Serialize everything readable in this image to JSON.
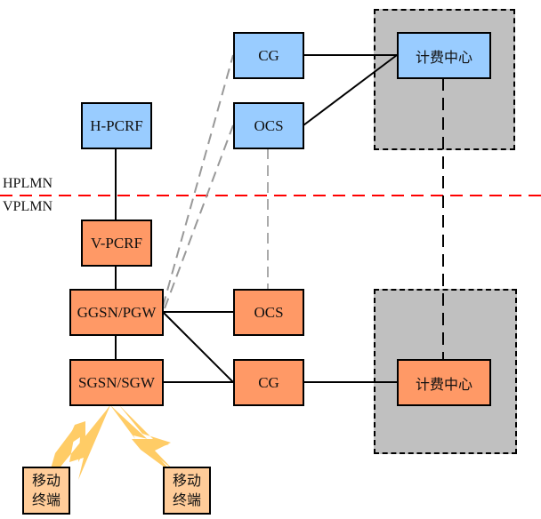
{
  "zones": {
    "upper": "HPLMN",
    "lower": "VPLMN"
  },
  "colors": {
    "home": "#99ccff",
    "visited": "#ff9966",
    "terminal": "#ffcc99",
    "group": "#c0c0c0",
    "boundary": "#ff0000",
    "lightning": "#ffcc66"
  },
  "nodes": {
    "cg_home": "CG",
    "ocs_home": "OCS",
    "hpcrf": "H-PCRF",
    "billing_home": "计费中心",
    "vpcrf": "V-PCRF",
    "ggsn": "GGSN/PGW",
    "sgsn": "SGSN/SGW",
    "ocs_visited": "OCS",
    "cg_visited": "CG",
    "billing_visited": "计费中心",
    "terminal1": [
      "移动",
      "终端"
    ],
    "terminal2": [
      "移动",
      "终端"
    ]
  }
}
